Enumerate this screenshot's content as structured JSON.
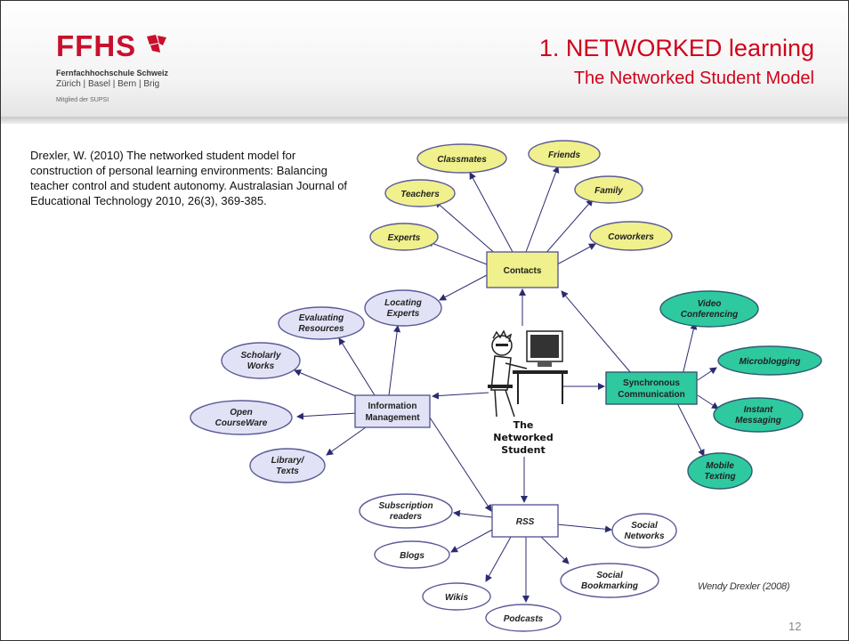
{
  "header": {
    "logo": {
      "word": "FFHS",
      "line1": "Fernfachhochschule Schweiz",
      "line2": "Zürich | Basel | Bern | Brig",
      "line3": "Mitglied der SUPSI"
    },
    "title": "1. NETWORKED learning",
    "subtitle": "The Networked Student Model"
  },
  "citation": "Drexler, W. (2010) The networked student model for construction of personal learning environments: Balancing teacher control and student autonomy. Australasian Journal of Educational Technology 2010, 26(3), 369-385.",
  "diagram": {
    "center": {
      "lines": [
        "The",
        "Networked",
        "Student"
      ]
    },
    "hubs": {
      "contacts": "Contacts",
      "sync": [
        "Synchronous",
        "Communication"
      ],
      "info": [
        "Information",
        "Management"
      ],
      "rss": "RSS"
    },
    "contacts_nodes": {
      "classmates": "Classmates",
      "friends": "Friends",
      "teachers": "Teachers",
      "family": "Family",
      "experts": "Experts",
      "coworkers": "Coworkers"
    },
    "sync_nodes": {
      "video": [
        "Video",
        "Conferencing"
      ],
      "microblogging": "Microblogging",
      "instant": [
        "Instant",
        "Messaging"
      ],
      "mobile": [
        "Mobile",
        "Texting"
      ]
    },
    "info_nodes": {
      "locating": [
        "Locating",
        "Experts"
      ],
      "evaluating": [
        "Evaluating",
        "Resources"
      ],
      "scholarly": [
        "Scholarly",
        "Works"
      ],
      "open": [
        "Open",
        "CourseWare"
      ],
      "library": [
        "Library/",
        "Texts"
      ]
    },
    "rss_nodes": {
      "subscription": [
        "Subscription",
        "readers"
      ],
      "blogs": "Blogs",
      "wikis": "Wikis",
      "podcasts": "Podcasts",
      "social_networks": [
        "Social",
        "Networks"
      ],
      "social_bookmarking": [
        "Social",
        "Bookmarking"
      ]
    },
    "colors": {
      "contacts": "#f0f08c",
      "sync": "#2fc9a0",
      "info": "#e2e2f6",
      "rss": "#ffffff"
    }
  },
  "credit": "Wendy Drexler (2008)",
  "page_number": "12"
}
